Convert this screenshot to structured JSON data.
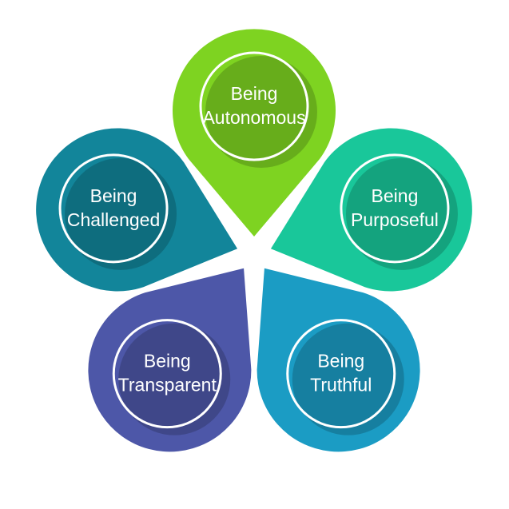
{
  "petals": [
    {
      "key": "autonomous",
      "lines": [
        "Being",
        "Autonomous"
      ],
      "color": "#7ed321"
    },
    {
      "key": "purposeful",
      "lines": [
        "Being",
        "Purposeful"
      ],
      "color": "#19c79a"
    },
    {
      "key": "truthful",
      "lines": [
        "Being",
        "Truthful"
      ],
      "color": "#1b9cc4"
    },
    {
      "key": "transparent",
      "lines": [
        "Being",
        "Transparent"
      ],
      "color": "#4d57a8"
    },
    {
      "key": "challenged",
      "lines": [
        "Being",
        "Challenged"
      ],
      "color": "#12859a"
    }
  ]
}
